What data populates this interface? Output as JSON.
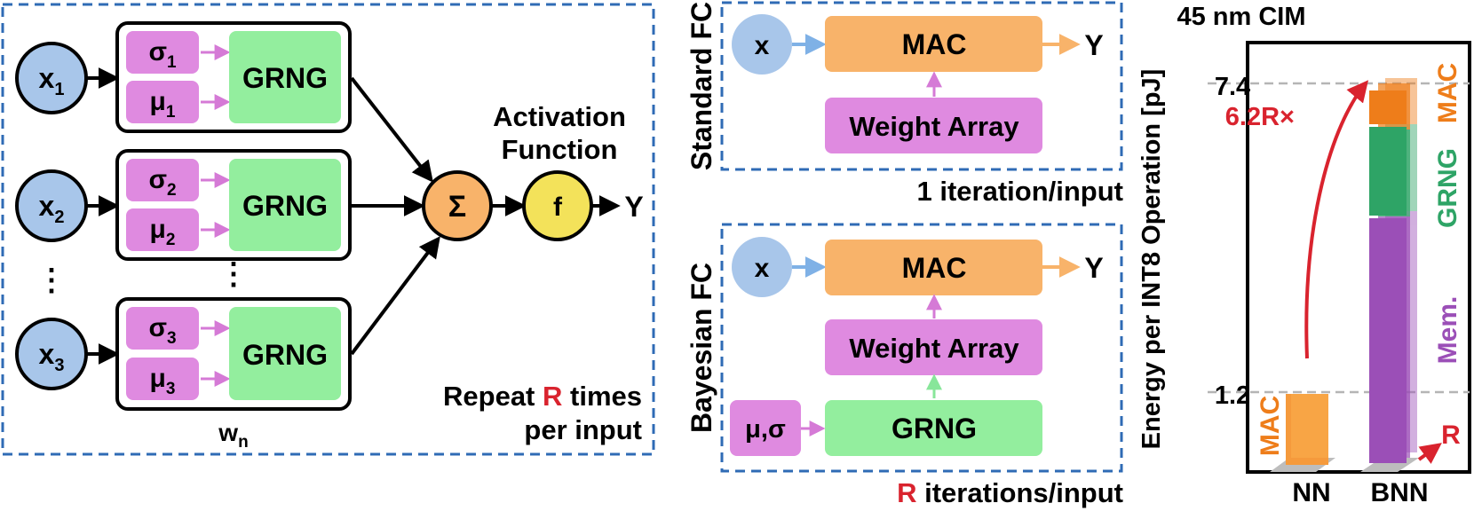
{
  "colors": {
    "dashed_border": "#2f6bb5",
    "input_node": "#a8c6ea",
    "sigma_mu_box": "#df8ae0",
    "grng_box": "#93ee9e",
    "sum_node": "#f8b36a",
    "activation_node": "#f3e25a",
    "mac_box": "#f8b36a",
    "weight_box": "#df8ae0",
    "red_text": "#d9232e",
    "mac_bar": "#ee7d1a",
    "grng_bar": "#2ea466",
    "mem_bar": "#9b4fb7"
  },
  "left_panel": {
    "inputs": [
      {
        "base": "x",
        "sub": "1"
      },
      {
        "base": "x",
        "sub": "2"
      },
      {
        "base": "x",
        "sub": "3"
      }
    ],
    "sigmas": [
      {
        "base": "σ",
        "sub": "1"
      },
      {
        "base": "σ",
        "sub": "2"
      },
      {
        "base": "σ",
        "sub": "3"
      }
    ],
    "mus": [
      {
        "base": "μ",
        "sub": "1"
      },
      {
        "base": "μ",
        "sub": "2"
      },
      {
        "base": "μ",
        "sub": "3"
      }
    ],
    "grng_label": "GRNG",
    "vertical_dots": "⋮",
    "weight_label": {
      "base": "w",
      "sub": "n"
    },
    "sum_symbol": "Σ",
    "activation_symbol": "f",
    "output_label": "Y",
    "activation_title_line1": "Activation",
    "activation_title_line2": "Function",
    "repeat_line1_pre": "Repeat ",
    "repeat_line1_r": "R",
    "repeat_line1_post": " times",
    "repeat_line2": "per input"
  },
  "standard_fc": {
    "title": "Standard FC",
    "input": "x",
    "mac": "MAC",
    "output": "Y",
    "weight_array": "Weight Array",
    "caption": "1 iteration/input"
  },
  "bayesian_fc": {
    "title": "Bayesian FC",
    "input": "x",
    "mac": "MAC",
    "output": "Y",
    "weight_array": "Weight Array",
    "params": "μ,σ",
    "grng": "GRNG",
    "caption_r": "R",
    "caption_rest": " iterations/input"
  },
  "chart_data": {
    "type": "bar",
    "title": "45 nm CIM",
    "ylabel": "Energy per INT8 Operation [pJ]",
    "categories": [
      "NN",
      "BNN"
    ],
    "yticks": [
      "7.4",
      "1.2"
    ],
    "series": [
      {
        "name": "MAC",
        "values": [
          1.2,
          0.7
        ]
      },
      {
        "name": "GRNG",
        "values": [
          0,
          1.8
        ]
      },
      {
        "name": "Mem.",
        "values": [
          0,
          4.9
        ]
      }
    ],
    "annotation": "6.2R×",
    "r_label": "R"
  }
}
